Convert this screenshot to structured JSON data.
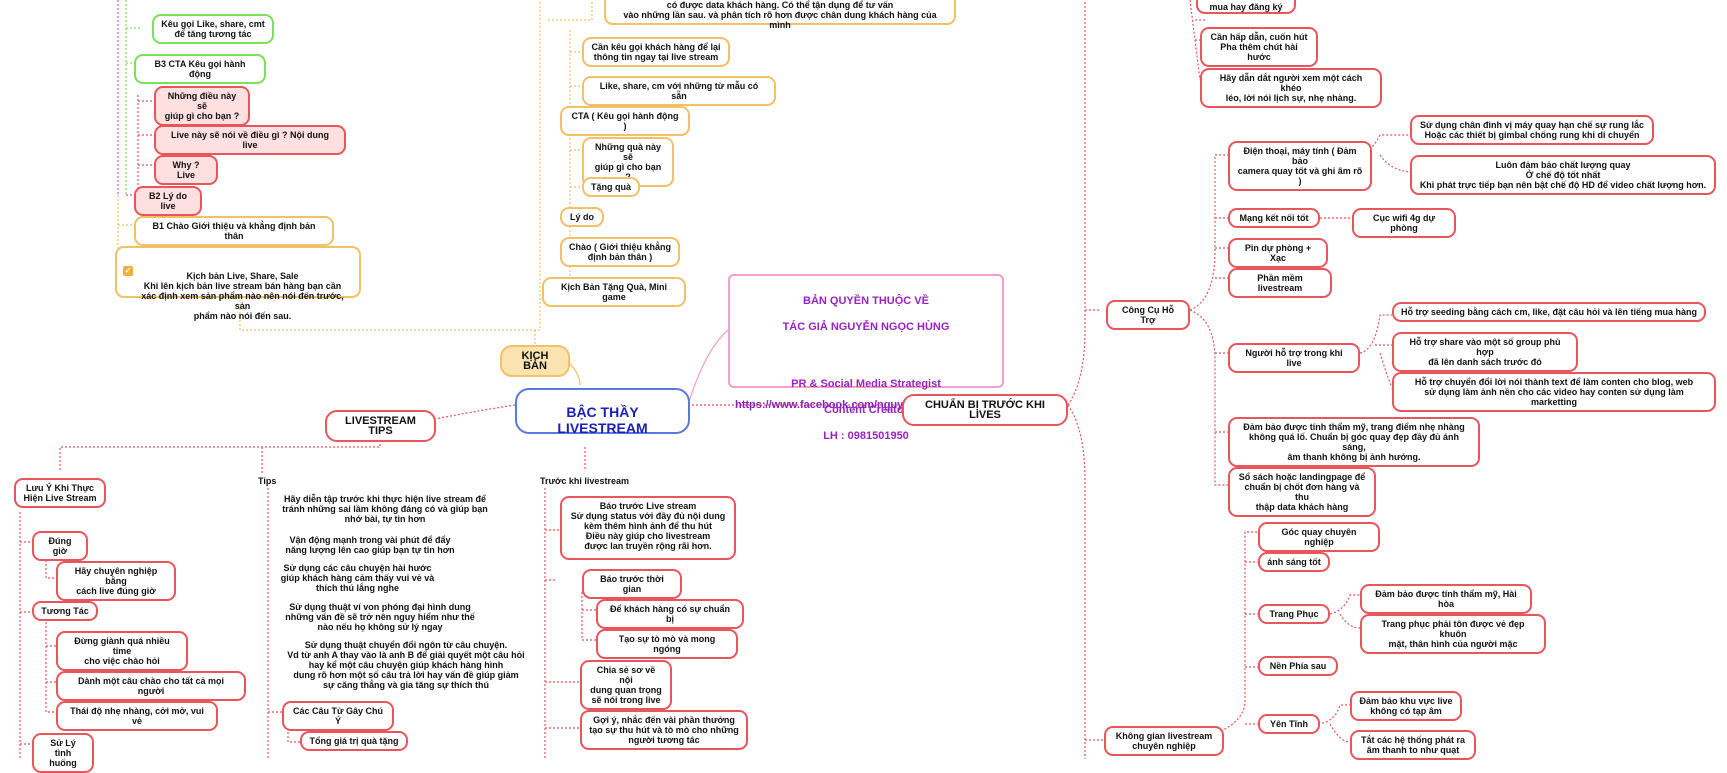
{
  "center": "BẬC THẦY LIVESTREAM",
  "branches": {
    "kich_ban": "KỊCH BẢN",
    "livestream_tips": "LIVESTREAM TIPS",
    "chuan_bi": "CHUẨN BỊ TRƯỚC KHI LIVES"
  },
  "copyright": {
    "line1": "BẢN QUYỀN THUỘC VỀ",
    "line2": "TÁC GIẢ NGUYỄN NGỌC HÙNG",
    "line3": "PR & Social Media Strategist",
    "line4": "Content Creator",
    "line5": "LH : 0981501950",
    "url": "https://www.facebook.com/nguyenngochungpr"
  },
  "live_share_sale": {
    "keu_goi": "Kêu gọi Like, share, cmt\nđể tăng tương tác",
    "b3": "B3  CTA Kêu gọi hành động",
    "nhung_dieu": "Những điều này sẽ\ngiúp gì cho bạn ?",
    "live_nay": "Live này sẽ nói về điều gì ? Nội dung live",
    "why": "Why ? Live",
    "b2": "B2 Lý do live",
    "b1": "B1 Chào Giới thiệu và khẳng định bản thân",
    "root": "Kịch bản Live, Share, Sale\nKhi lên kịch bản live stream bán hàng bạn cần\nxác định xem sản phẩm nào nên nói đến trước, sản\nphẩm nào nói đến sau."
  },
  "tang_qua": {
    "top": "có được data khách hàng. Có thể tận dụng để tư vấn\nvào những lần sau. và phân tích rõ hơn được chân dung khách hàng của mình",
    "can_keu_goi": "Cần kêu gọi khách hàng để lại\nthông tin ngay tại live stream",
    "like_share": "Like, share, cm với những từ mẫu có sẵn",
    "cta": "CTA ( Kêu gọi hành động )",
    "nhung_qua": "Những quà này sẽ\ngiúp gì cho bạn ?",
    "tang_qua": "Tặng quà",
    "ly_do": "Lý do",
    "chao": "Chào ( Giới thiệu khẳng\nđịnh bản thân )",
    "root": "Kịch Bản Tặng Quà, Mini game"
  },
  "tips": {
    "luu_y": "Lưu Ý Khi Thực\nHiện Live Stream",
    "dung_gio": "Đúng giờ",
    "chuyen_nghiep": "Hãy chuyên nghiệp bằng\ncách live đúng giờ",
    "tuong_tac": "Tương Tác",
    "dung_gianh": "Đừng giành quá nhiều time\ncho việc chào hỏi",
    "danh_mot": "Dành một câu chào cho tất cả mọi người",
    "thai_do": "Thái độ nhẹ nhàng, cởi mở, vui vẻ",
    "xu_ly": "Sử Lý\ntình huống",
    "tips_label": "Tips",
    "tip1": "Hãy diễn tập trước khi thực hiện live stream để\ntránh những sai lầm không đáng có và giúp bạn\nnhớ bài, tự tin hơn",
    "tip2": "Vận động mạnh trong vài phút để đẩy\nnăng lượng lên cao giúp bạn tự tin hơn",
    "tip3": "Sử dụng các câu chuyện hài hước\ngiúp khách hàng cảm thấy vui vẻ và\nthích thú lắng nghe",
    "tip4": "Sử dụng thuật ví von phóng đại hình dung\nnhững vấn đề sẽ trở nên nguy hiểm như thế\nnào nếu họ không sử lý ngay",
    "tip5": "Sử dụng thuật chuyển đổi ngôn từ  câu chuyện.\nVd từ anh A thay vào là anh B để giải quyết một câu hỏi\nhay kể một câu chuyện giúp khách hàng hình\ndung rõ hơn một số câu trả lời hay vấn đề giúp giảm\nsự căng thẳng và gia tăng sự thích thú",
    "cac_cau": "Các Câu Từ Gây Chú Ý",
    "tong_gia_tri": "Tổng giá trị quà tặng",
    "truoc_khi": "Trước khi livestream",
    "bao_truoc_live": "Báo trước  Live stream\nSử dụng status với đầy đủ nội dung\nkèm thêm hình ảnh để thu hút\nĐiều này giúp cho livestream\nđược lan truyền rộng rãi hơn.",
    "bao_truoc_tg": "Báo trước thời gian",
    "de_kh": "Để khách hàng có sự chuẩn bị",
    "tao_su_to_mo": "Tạo sự tò mò và mong ngóng",
    "chia_se": "Chia sẻ sơ về nội\ndung quan trọng\nsẽ nói trong live",
    "goi_y": "Gợi ý, nhắc đến vài phần thưởng\ntạo sự thu hút và tò mò cho những\nngười tương tác"
  },
  "chuan_bi": {
    "mua_hay": "mua hay đăng ký",
    "can_hap_dan": "Cần hấp dẫn, cuốn hút\nPha thêm chút hài hước",
    "hay_dan_dat": "Hãy dẫn dắt người xem một cách khéo\nléo, lời nói lịch sự, nhẹ nhàng.",
    "cong_cu": "Công Cụ Hỗ Trợ",
    "dien_thoai": "Điện thoại, máy tính ( Đảm bảo\ncamera quay tốt và ghi âm rõ )",
    "chan_dinh": "Sử dụng chân đinh vị máy quay hạn chế sự rung lắc\nHoặc các thiết bị gimbal chống rung khi di chuyển",
    "luon_dam_bao": "Luôn đảm bảo chất lượng quay\nỞ chế độ tốt nhất\nKhi phát trực tiếp bạn nên bật chế độ HD để video chất lượng hơn.",
    "mang": "Mạng kết nối tốt",
    "cuc_wifi": "Cục wifi 4g dự phòng",
    "pin": "Pin dự phòng + Xạc",
    "phan_mem": "Phần mềm livestream",
    "nguoi_ho_tro": "Người hỗ trợ trong khi live",
    "seeding": "Hỗ trợ seeding bằng cách cm, like, đặt câu hỏi và lên tiếng mua hàng",
    "share": "Hỗ trợ share vào một số group phù hợp\nđã lên danh sách trước đó",
    "chuyen_doi": "Hỗ trợ chuyển đổi lời nói thành text để làm conten cho blog, web\nsử dụng làm ảnh nền cho các video hay conten sử dụng làm marketting",
    "tham_my": "Đảm bảo được tính thẩm mỹ, trang điểm nhẹ nhàng\nkhông quá lố. Chuẩn bị góc quay đẹp đầy đủ ánh sáng,\nâm thanh không bị ảnh hưởng.",
    "so_sach": "Sổ sách hoặc landingpage để\nchuẩn bị chốt đơn hàng và thu\nthập data khách hàng",
    "khong_gian": "Không gian livestream\nchuyên nghiệp",
    "goc_quay": "Góc quay chuyên nghiệp",
    "anh_sang": "ánh sáng tốt",
    "trang_phuc": "Trang Phục",
    "tham_my_hai_hoa": "Đảm bảo được tính thẩm mỹ, Hài hòa",
    "ton_duoc": "Trang phục phải tôn được vẻ đẹp khuôn\nmặt, thân hình của người mặc",
    "nen_phia_sau": "Nền Phía sau",
    "yen_tinh": "Yên Tĩnh",
    "khu_vuc": "Đảm bảo khu vực live\nkhông có tạp âm",
    "tat_ca": "Tắt các hệ thống phát ra\nâm thanh to như quạt"
  },
  "colors": {
    "red": "#e8555b",
    "green": "#79e05a",
    "orange": "#f2c066",
    "blue": "#5a78e0",
    "purple": "#9a22c4",
    "pink": "#f3a0c8"
  }
}
